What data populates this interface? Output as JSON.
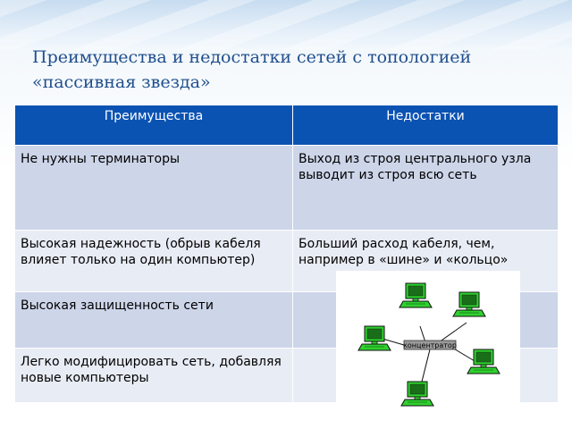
{
  "slide": {
    "title_line1": "Преимущества и недостатки сетей с топологией",
    "title_line2": "«пассивная звезда»"
  },
  "table": {
    "headers": [
      "Преимущества",
      "Недостатки"
    ],
    "rows": [
      {
        "advantage": "Не нужны терминаторы",
        "disadvantage": "Выход из строя центрального узла выводит из строя всю сеть"
      },
      {
        "advantage": "Высокая надежность (обрыв кабеля влияет только на один компьютер)",
        "disadvantage": "Больший расход кабеля, чем, например в «шине» и «кольцо»"
      },
      {
        "advantage": "Высокая защищенность сети",
        "disadvantage": ""
      },
      {
        "advantage": "Легко модифицировать сеть, добавляя новые компьютеры",
        "disadvantage": ""
      }
    ]
  },
  "diagram": {
    "hub_label": "концентратор",
    "computer_color": "#2fd12f",
    "hub_color": "#9a9a9a"
  },
  "colors": {
    "header_bg": "#0b53b3",
    "row_odd": "#cdd5e9",
    "row_even": "#e8ecf5",
    "title": "#1f4e8c"
  }
}
